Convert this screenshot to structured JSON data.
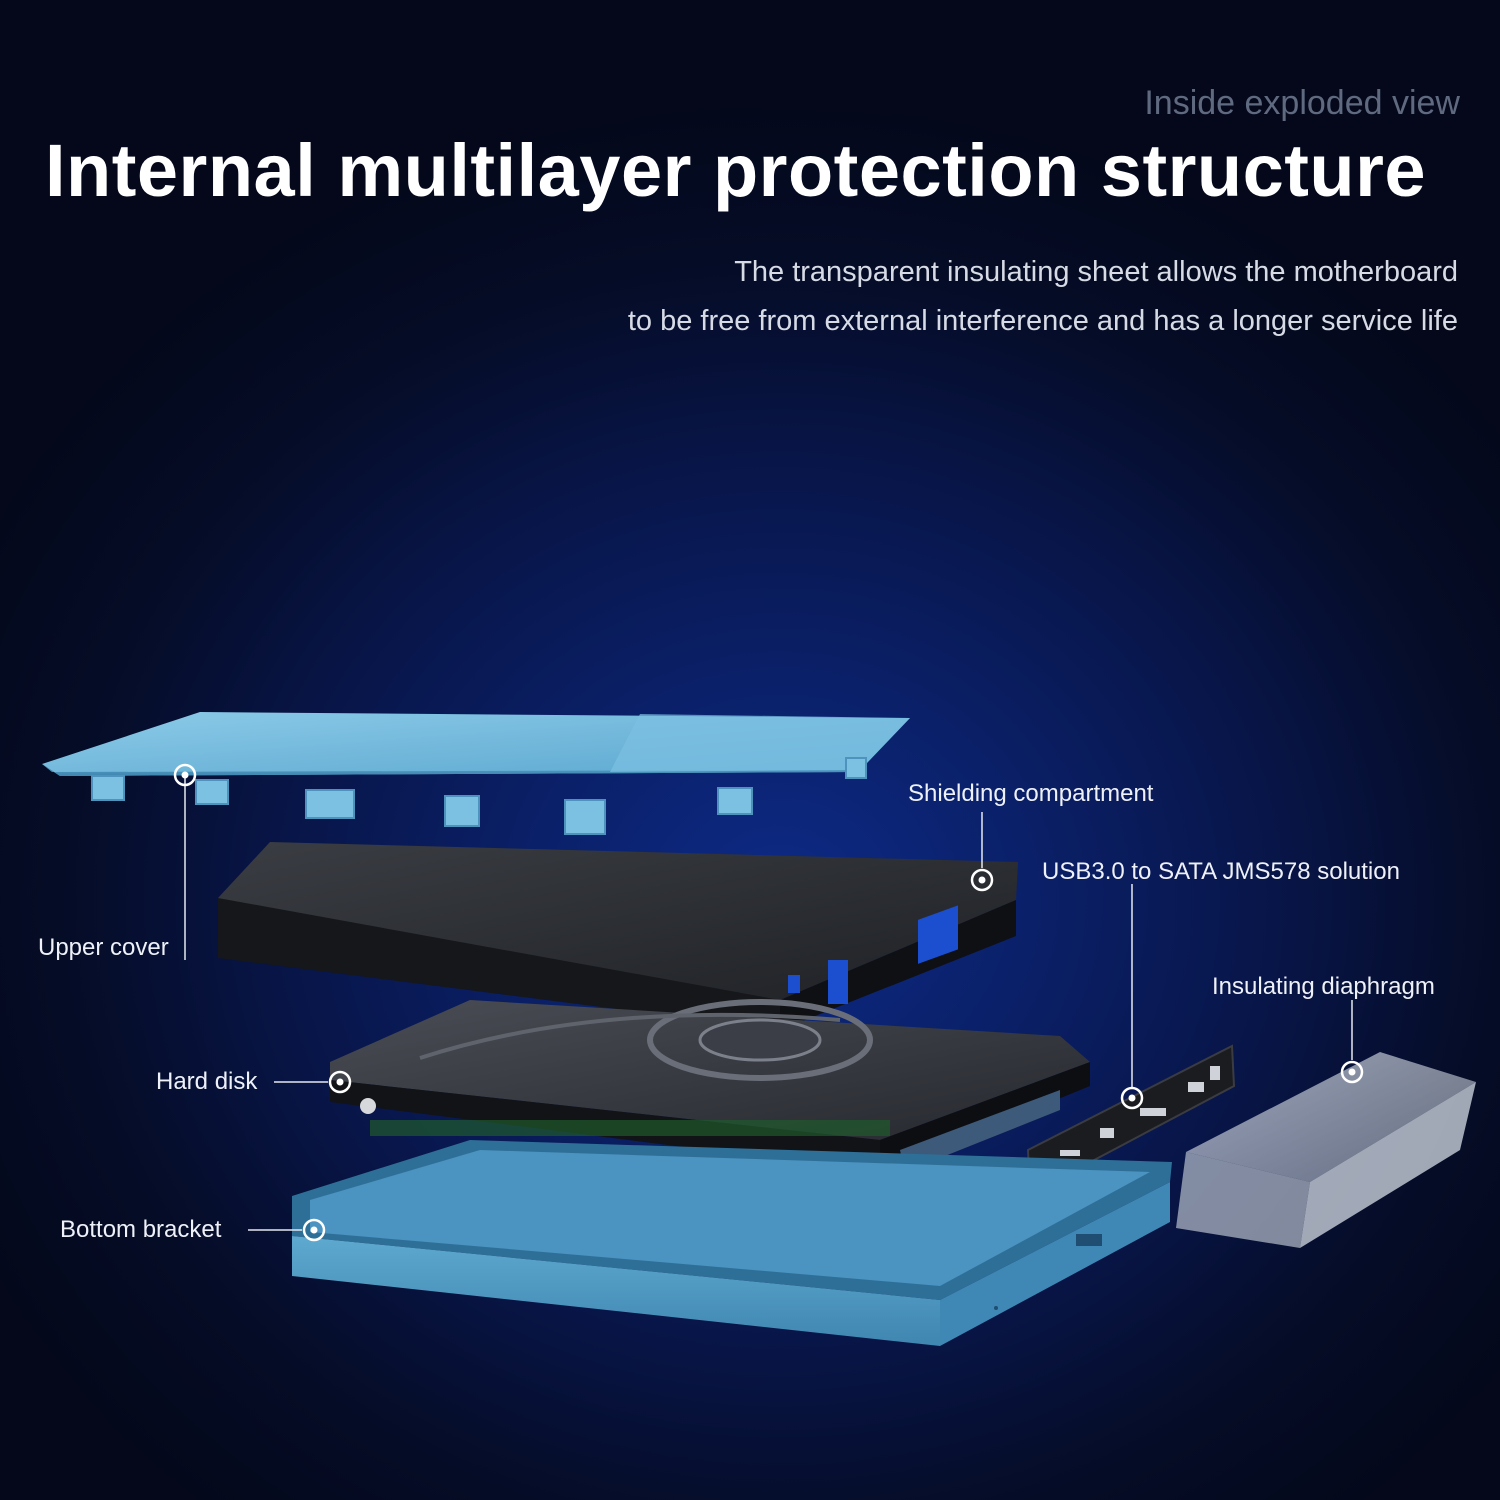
{
  "header": {
    "subtitle": "Inside exploded view",
    "title": "Internal multilayer protection structure",
    "description_lines": [
      "The transparent insulating sheet allows the motherboard",
      "to be free from external interference and has a longer service life"
    ]
  },
  "labels": {
    "upper_cover": "Upper cover",
    "shielding_compartment": "Shielding compartment",
    "usb_solution": "USB3.0 to SATA JMS578 solution",
    "insulating_diaphragm": "Insulating diaphragm",
    "hard_disk": "Hard disk",
    "bottom_bracket": "Bottom bracket"
  },
  "colors": {
    "shell_blue": "#6fb3d6",
    "shield_black": "#2a2c31",
    "accent_blue": "#1b4fd0"
  }
}
